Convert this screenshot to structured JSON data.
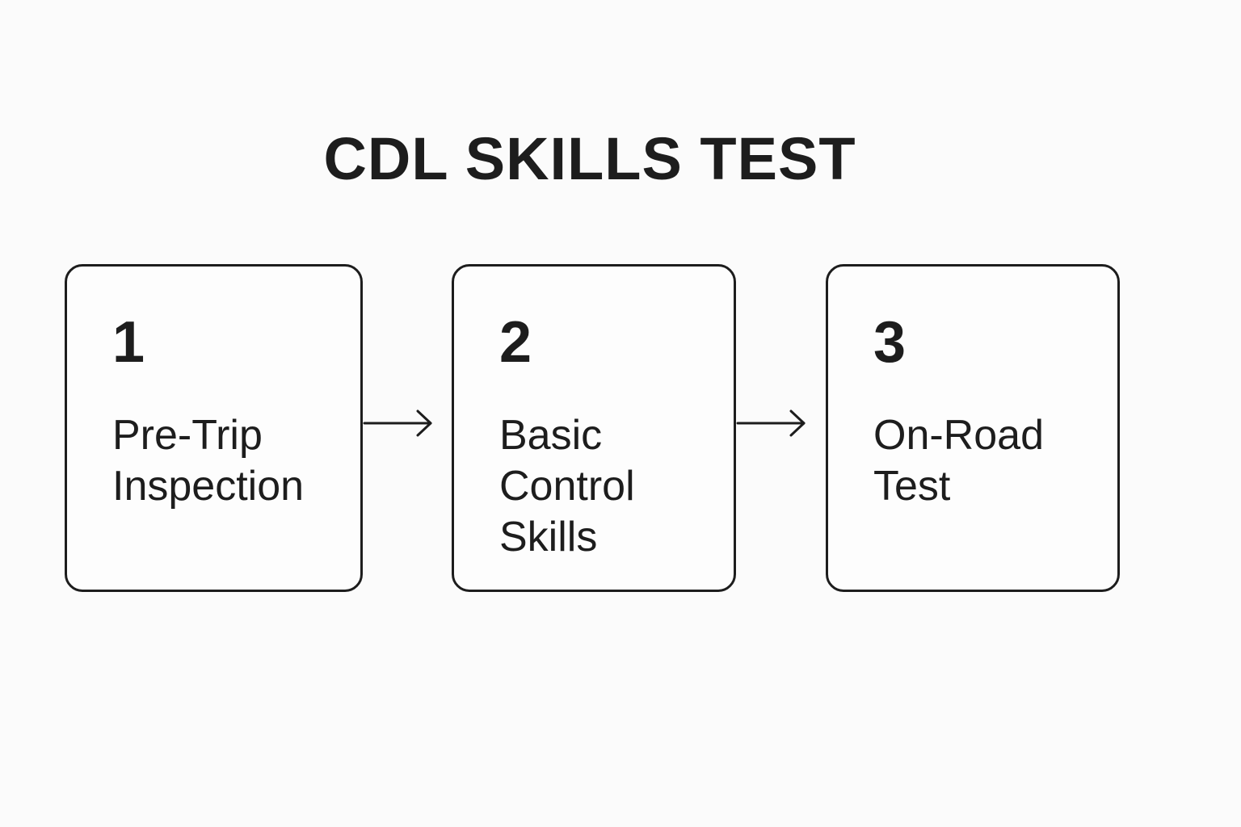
{
  "diagram": {
    "title": "CDL SKILLS TEST",
    "steps": [
      {
        "number": "1",
        "label": "Pre-Trip\nInspection"
      },
      {
        "number": "2",
        "label": "Basic\nControl\nSkills"
      },
      {
        "number": "3",
        "label": "On-Road\nTest"
      }
    ]
  },
  "colors": {
    "background": "#fbfbfb",
    "stroke": "#1d1d1d",
    "text": "#1d1d1d"
  }
}
